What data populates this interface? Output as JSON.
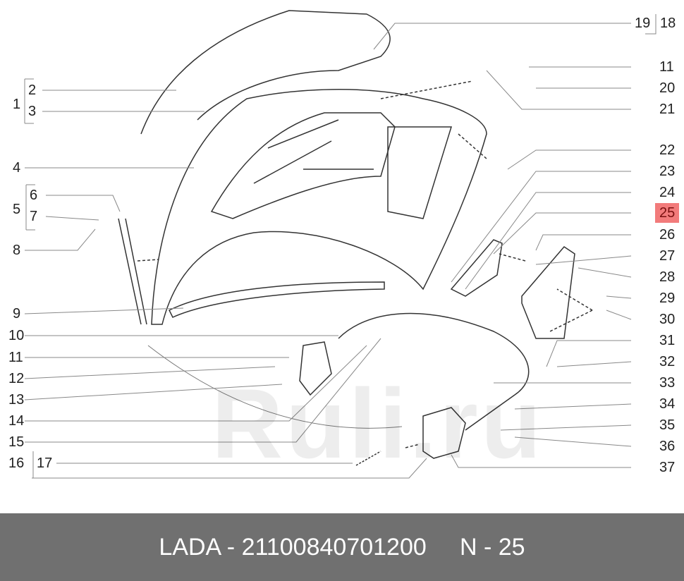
{
  "labels_left": [
    "1",
    "2",
    "3",
    "4",
    "5",
    "6",
    "7",
    "8",
    "9",
    "10",
    "11",
    "12",
    "13",
    "14",
    "15",
    "16",
    "17"
  ],
  "labels_right": [
    "19",
    "18",
    "11",
    "20",
    "21",
    "22",
    "23",
    "24",
    "25",
    "26",
    "27",
    "28",
    "29",
    "30",
    "31",
    "32",
    "33",
    "34",
    "35",
    "36",
    "37"
  ],
  "highlighted_label": "25",
  "highlight_color": "#f27b7b",
  "watermark": "Ruli.ru",
  "footer": {
    "brand": "LADA",
    "part_number": "21100840701200",
    "position": "N - 25",
    "text": "LADA - 21100840701200     N - 25"
  }
}
